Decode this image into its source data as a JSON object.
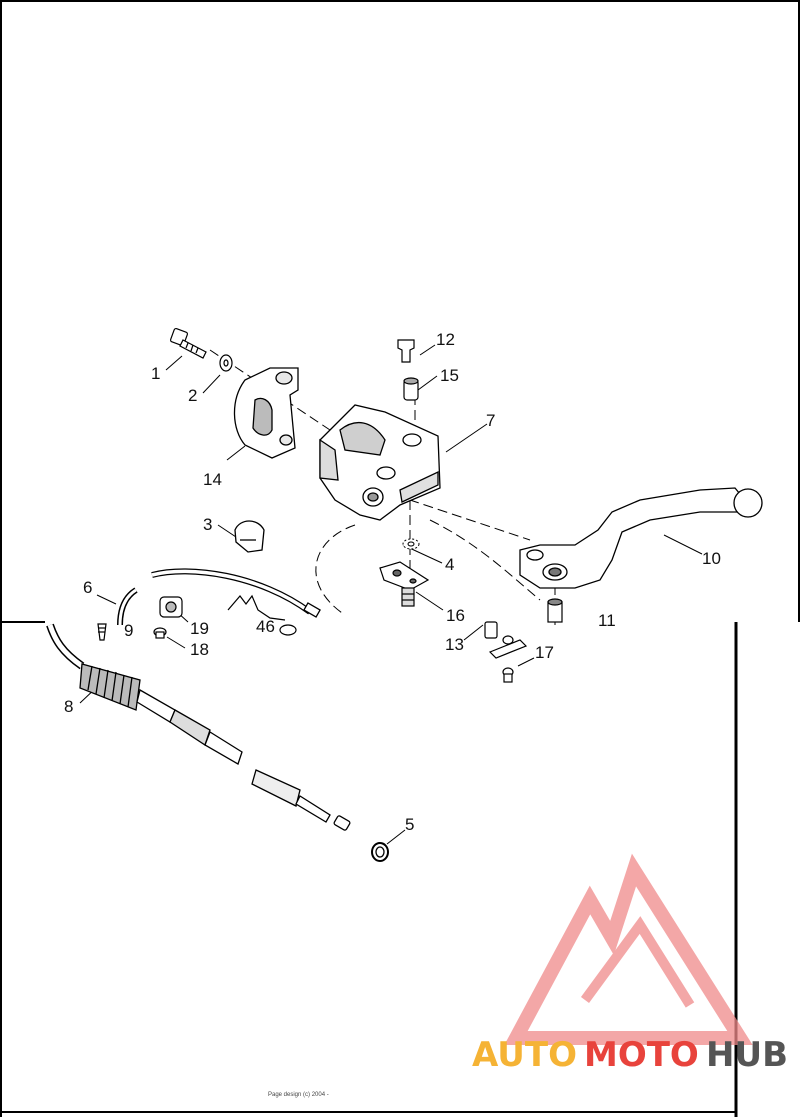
{
  "diagram": {
    "callouts": [
      "1",
      "2",
      "3",
      "4",
      "5",
      "6",
      "7",
      "8",
      "9",
      "10",
      "11",
      "12",
      "13",
      "14",
      "15",
      "16",
      "17",
      "18",
      "19",
      "46"
    ],
    "footer": "Page design (c) 2004 -"
  },
  "watermark": {
    "part1": "AUTO",
    "part2": "MOTO",
    "part3": "HUB",
    "colors": {
      "red": "#e8433c",
      "orange": "#f5b335",
      "gray": "#555555",
      "triangle": "#f08a8a"
    }
  }
}
